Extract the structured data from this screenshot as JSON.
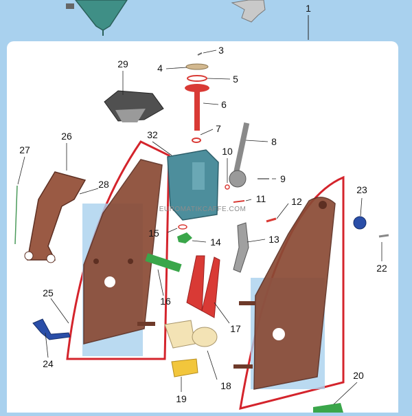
{
  "diagram": {
    "watermark": "EUROMATIKCAFFE.COM",
    "colors": {
      "background": "#a9d1ee",
      "panel": "#ffffff",
      "brown": "#8a4a35",
      "teal": "#4d8e9c",
      "red": "#d93a35",
      "highlight": "#d4242c",
      "green": "#3aa64a",
      "blue": "#2a4ea8",
      "cream": "#f3e3b5",
      "yellow": "#f2c63c",
      "gray": "#8f8f8f"
    },
    "callouts": [
      "1",
      "3",
      "4",
      "5",
      "6",
      "7",
      "8",
      "9",
      "10",
      "11",
      "12",
      "13",
      "14",
      "15",
      "16",
      "17",
      "18",
      "19",
      "20",
      "22",
      "23",
      "24",
      "25",
      "26",
      "27",
      "28",
      "29",
      "32"
    ]
  }
}
